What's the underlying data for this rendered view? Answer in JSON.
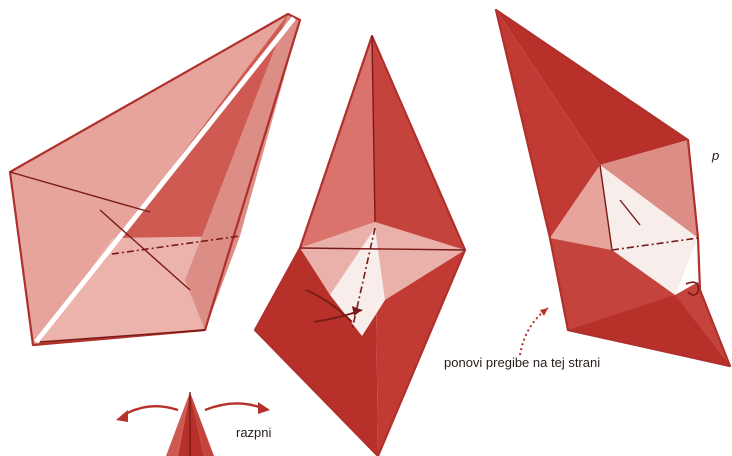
{
  "diagram": {
    "labels": {
      "repeat_folds": "ponovi pregibe  na tej strani",
      "spread": "razpni",
      "corner_letter": "p"
    },
    "colors": {
      "dark_red": "#b8302a",
      "medium_red": "#cf5a52",
      "light_pink": "#e6a49c",
      "pale_pink": "#f2cfc9",
      "white_face": "#f7eeec",
      "fold_line": "#7a1a16"
    }
  }
}
